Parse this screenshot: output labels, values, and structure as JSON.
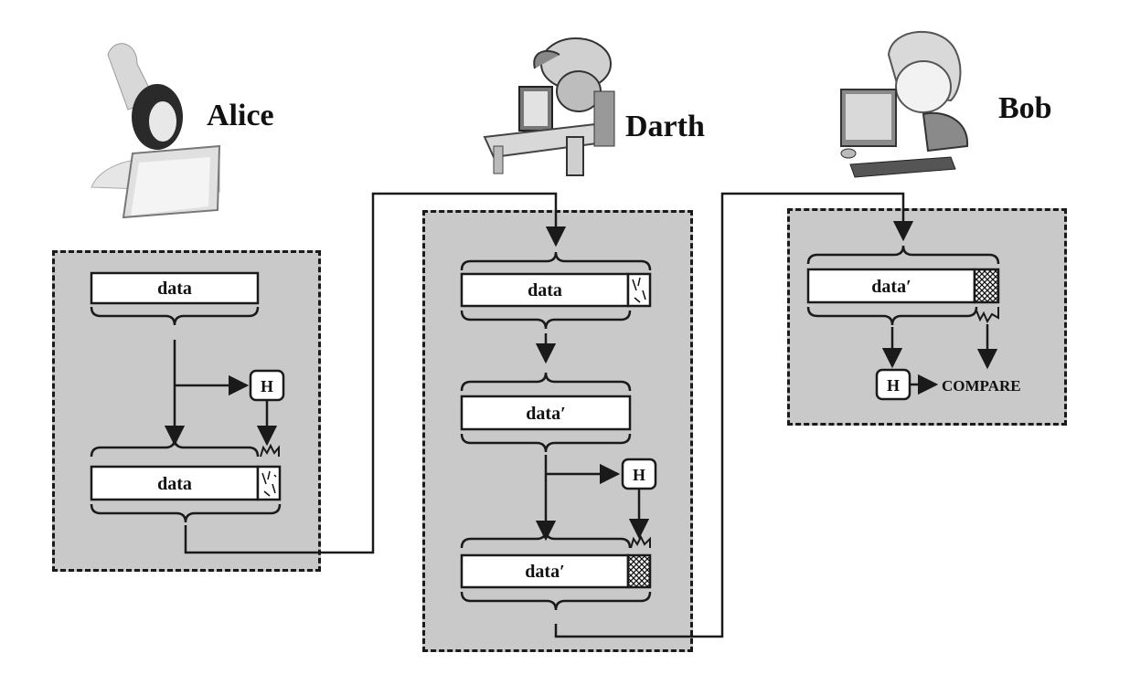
{
  "people": {
    "alice": "Alice",
    "darth": "Darth",
    "bob": "Bob"
  },
  "blocks": {
    "data": "data",
    "data_prime": "data′"
  },
  "hash": "H",
  "compare": "COMPARE",
  "colors": {
    "panel": "#c9c9c9",
    "stroke": "#1a1a1a",
    "block": "#ffffff"
  }
}
